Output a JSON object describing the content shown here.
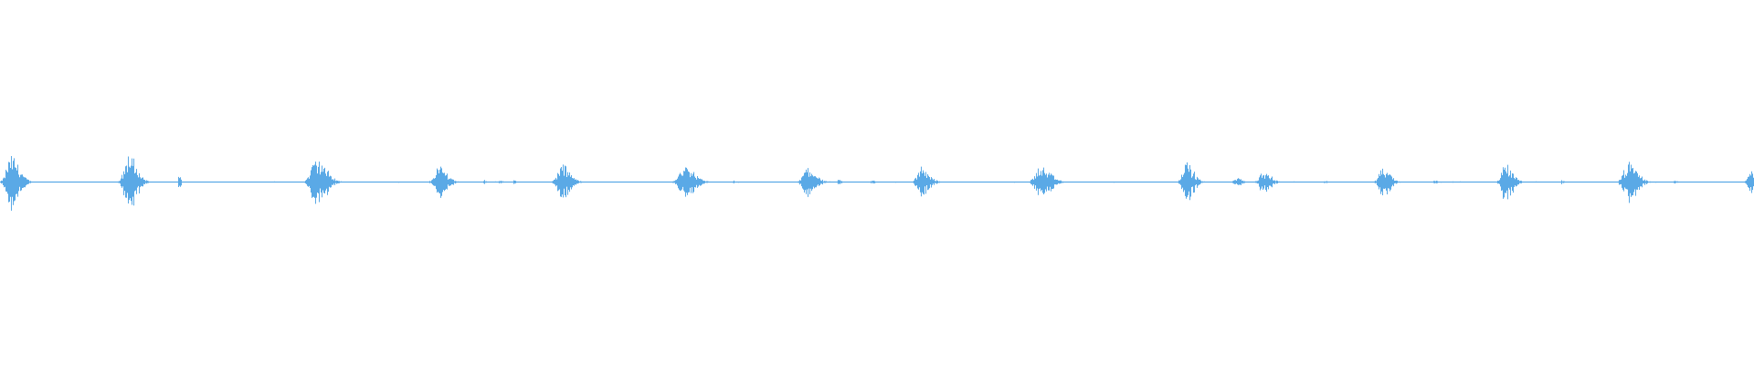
{
  "waveform": {
    "color": "#5aa9e6",
    "background": "#ffffff",
    "duration": 1.0,
    "bursts": [
      {
        "t": 0.006,
        "amp": 0.72,
        "width": 0.0045
      },
      {
        "t": 0.073,
        "amp": 0.72,
        "width": 0.0045
      },
      {
        "t": 0.102,
        "amp": 0.22,
        "width": 0.0008
      },
      {
        "t": 0.18,
        "amp": 0.62,
        "width": 0.0055
      },
      {
        "t": 0.25,
        "amp": 0.42,
        "width": 0.0045
      },
      {
        "t": 0.276,
        "amp": 0.06,
        "width": 0.0008
      },
      {
        "t": 0.285,
        "amp": 0.05,
        "width": 0.0015
      },
      {
        "t": 0.293,
        "amp": 0.06,
        "width": 0.0008
      },
      {
        "t": 0.32,
        "amp": 0.46,
        "width": 0.0045
      },
      {
        "t": 0.39,
        "amp": 0.42,
        "width": 0.0055
      },
      {
        "t": 0.418,
        "amp": 0.04,
        "width": 0.0008
      },
      {
        "t": 0.46,
        "amp": 0.4,
        "width": 0.0045
      },
      {
        "t": 0.478,
        "amp": 0.06,
        "width": 0.0015
      },
      {
        "t": 0.497,
        "amp": 0.06,
        "width": 0.0015
      },
      {
        "t": 0.525,
        "amp": 0.38,
        "width": 0.0045
      },
      {
        "t": 0.593,
        "amp": 0.4,
        "width": 0.0055
      },
      {
        "t": 0.676,
        "amp": 0.52,
        "width": 0.004
      },
      {
        "t": 0.705,
        "amp": 0.1,
        "width": 0.003
      },
      {
        "t": 0.72,
        "amp": 0.28,
        "width": 0.004
      },
      {
        "t": 0.755,
        "amp": 0.04,
        "width": 0.0015
      },
      {
        "t": 0.788,
        "amp": 0.38,
        "width": 0.004
      },
      {
        "t": 0.818,
        "amp": 0.06,
        "width": 0.0015
      },
      {
        "t": 0.858,
        "amp": 0.52,
        "width": 0.004
      },
      {
        "t": 0.89,
        "amp": 0.05,
        "width": 0.0015
      },
      {
        "t": 0.928,
        "amp": 0.5,
        "width": 0.005
      },
      {
        "t": 0.955,
        "amp": 0.04,
        "width": 0.002
      },
      {
        "t": 0.998,
        "amp": 0.36,
        "width": 0.003
      }
    ]
  }
}
